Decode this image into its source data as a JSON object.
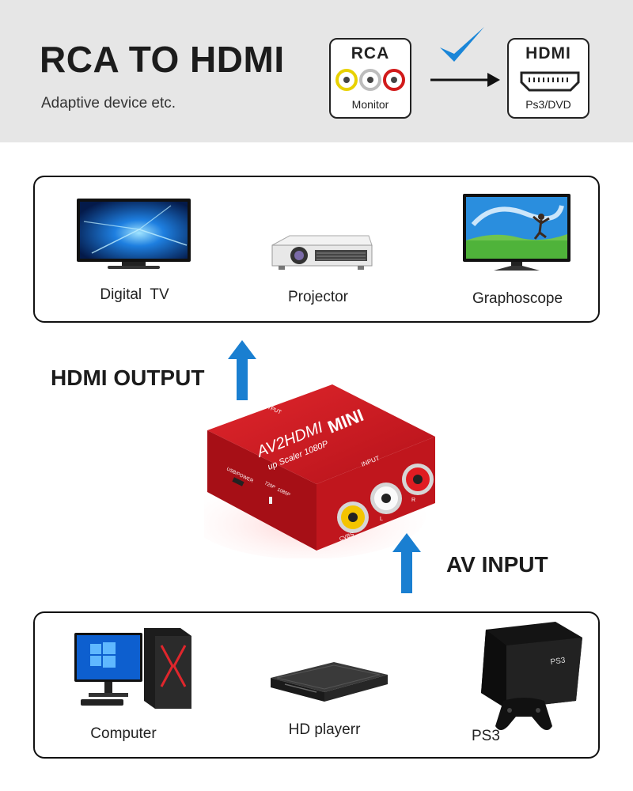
{
  "header": {
    "title": "RCA TO HDMI",
    "subtitle": "Adaptive device etc.",
    "rca_badge": {
      "title": "RCA",
      "footer": "Monitor"
    },
    "hdmi_badge": {
      "title": "HDMI",
      "footer": "Ps3/DVD"
    }
  },
  "output_devices": [
    {
      "label": "Digital  TV"
    },
    {
      "label": "Projector"
    },
    {
      "label": "Graphoscope"
    }
  ],
  "input_devices": [
    {
      "label": "Computer"
    },
    {
      "label": "HD playerr"
    },
    {
      "label": "PS3"
    }
  ],
  "sections": {
    "output": "HDMI OUTPUT",
    "input": "AV INPUT"
  },
  "device_markings": {
    "brand": "MINI",
    "model": "AV2HDMI",
    "tagline": "up Scaler 1080P",
    "output_port": "OUTPUT",
    "input_port": "INPUT",
    "usb": "USB/POWER",
    "sw_720": "720P",
    "sw_1080": "1080P",
    "cvbs": "CVBS",
    "left": "L",
    "right": "R"
  },
  "colors": {
    "header_bg": "#e6e6e6",
    "arrow_blue": "#1a7fd1",
    "check_blue": "#1a86d8",
    "device_red": "#c8151b"
  }
}
